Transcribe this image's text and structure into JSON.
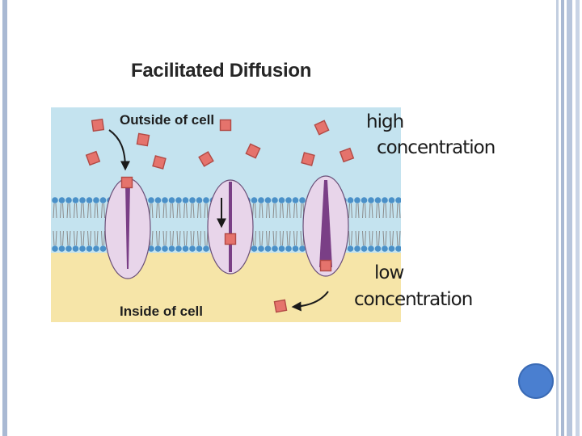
{
  "slide": {
    "title": "Facilitated Diffusion",
    "outside_label": "Outside of cell",
    "inside_label": "Inside of cell",
    "annotation_high": [
      "high",
      "concentration"
    ],
    "annotation_low": [
      "low",
      "concentration"
    ]
  },
  "colors": {
    "outside": "#c4e3ef",
    "inside": "#f6e5a8",
    "protein_fill": "#e8d5ea",
    "protein_channel": "#7a3f86",
    "molecule": "#e5736c",
    "membrane_head": "#4a90c8",
    "accent_dot": "#4a7fd0",
    "frame_rule": "#a9b9d3"
  },
  "icons": {
    "molecule": "square-molecule-icon",
    "arrow": "curved-arrow-icon",
    "carrier": "carrier-protein-icon"
  }
}
